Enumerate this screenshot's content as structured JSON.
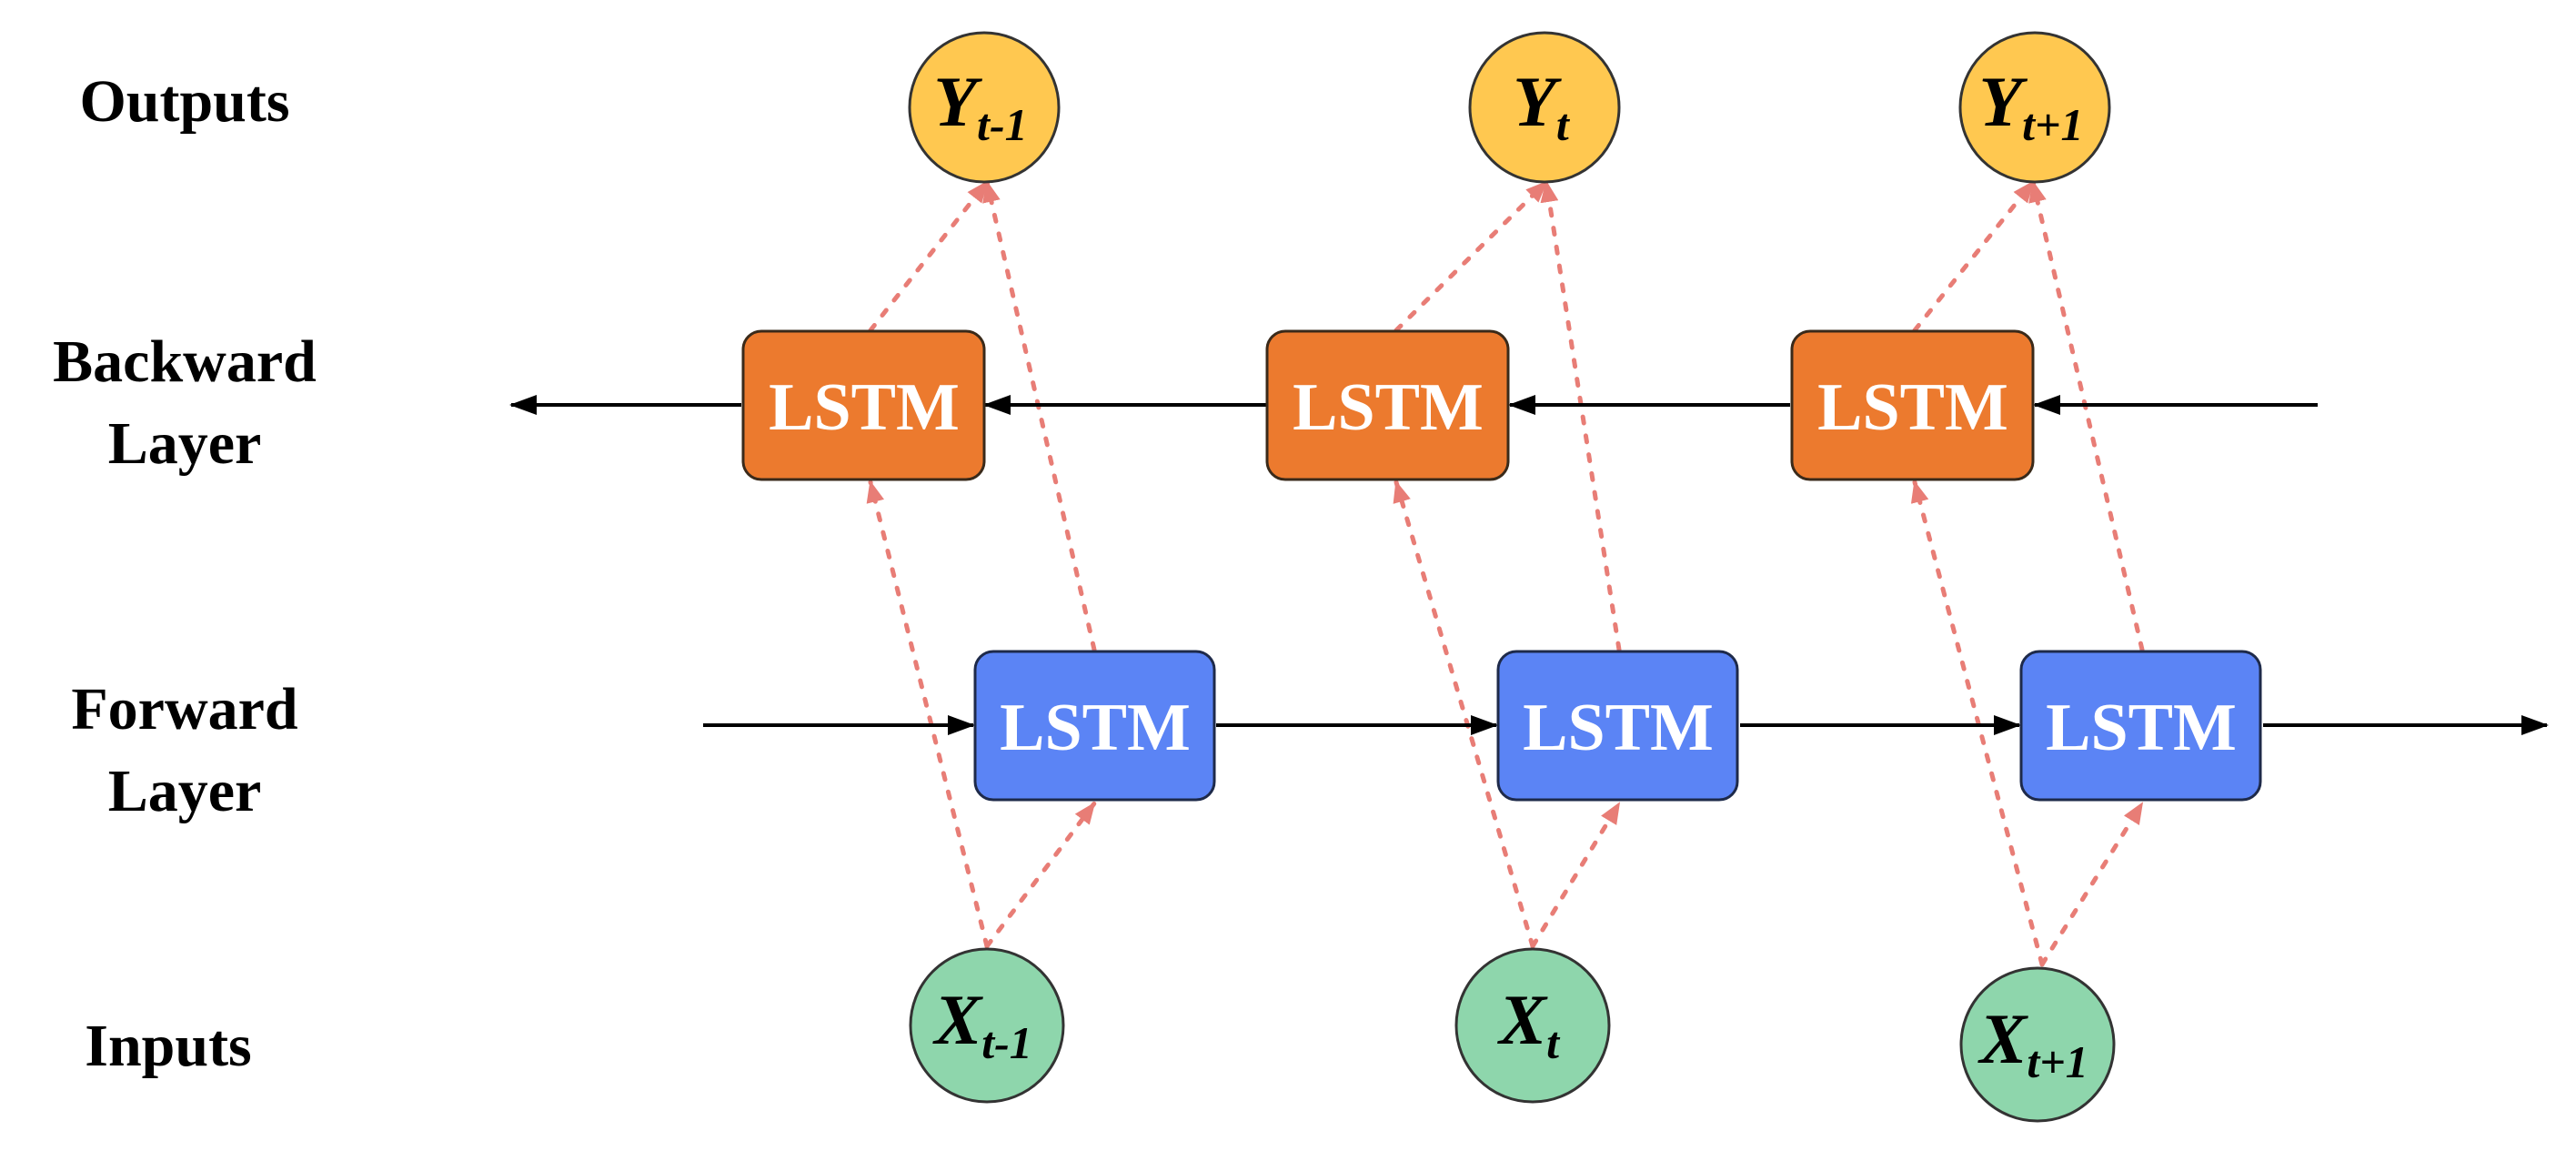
{
  "labels": {
    "outputs": "Outputs",
    "backward_line1": "Backward",
    "backward_line2": "Layer",
    "forward_line1": "Forward",
    "forward_line2": "Layer",
    "inputs": "Inputs"
  },
  "lstm_label": "LSTM",
  "outputs": [
    {
      "base": "Y",
      "sub": "t-1"
    },
    {
      "base": "Y",
      "sub": "t"
    },
    {
      "base": "Y",
      "sub": "t+1"
    }
  ],
  "inputs": [
    {
      "base": "X",
      "sub": "t-1"
    },
    {
      "base": "X",
      "sub": "t"
    },
    {
      "base": "X",
      "sub": "t+1"
    }
  ],
  "colors": {
    "output_node_fill": "#FFC850",
    "input_node_fill": "#8ED6AC",
    "backward_lstm_fill": "#EC7A2E",
    "forward_lstm_fill": "#5B84F5",
    "dotted_connection": "#E87D76",
    "flow_arrow": "#000000"
  }
}
